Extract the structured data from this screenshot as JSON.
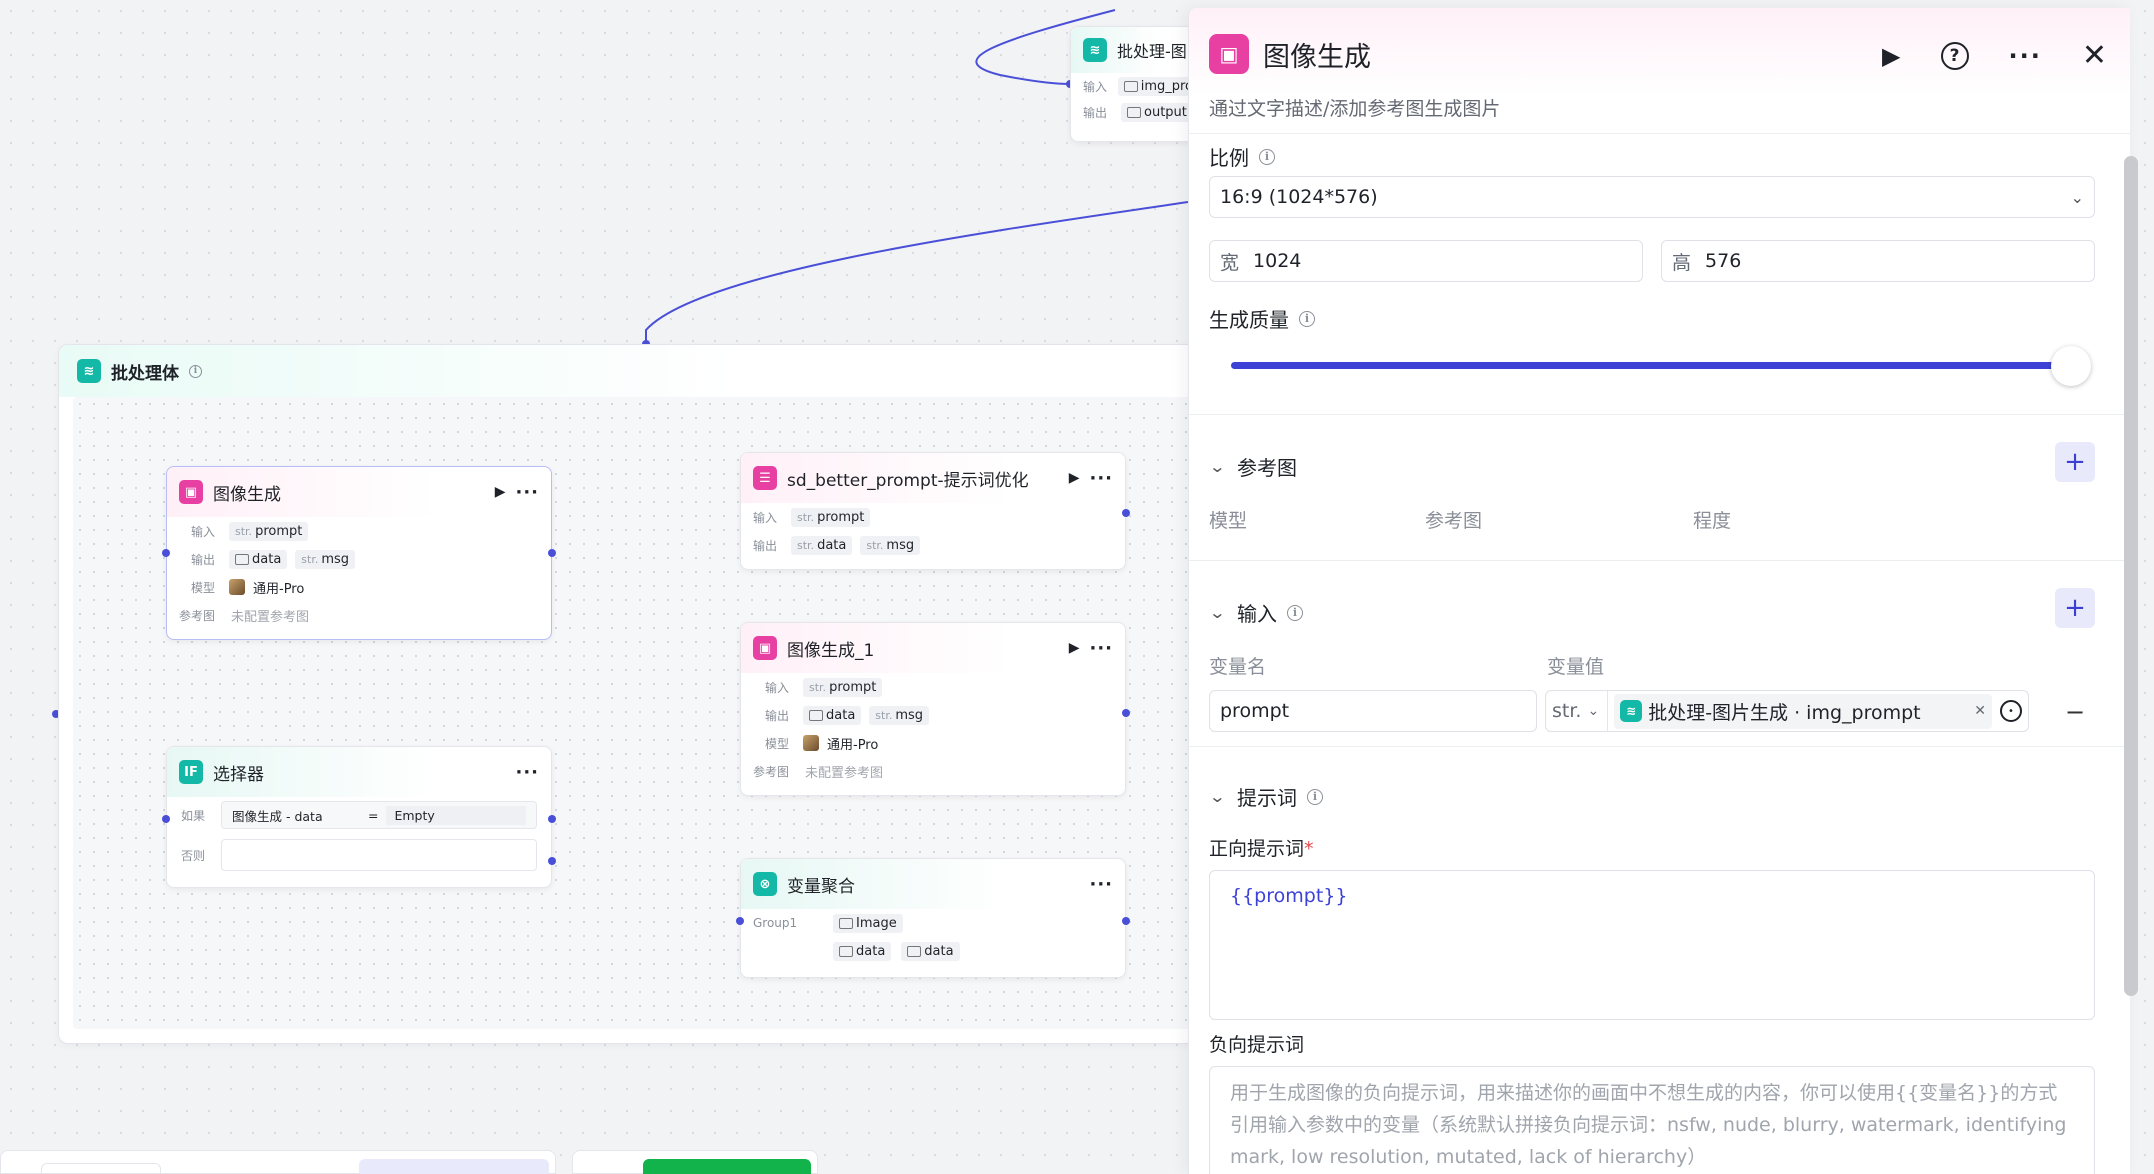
{
  "canvas": {
    "top_node": {
      "title": "批处理-图",
      "in_label": "输入",
      "in_value": "img_pro",
      "out_label": "输出",
      "out_value": "output"
    },
    "group": {
      "title": "批处理体"
    },
    "node_image_gen": {
      "title": "图像生成",
      "in_label": "输入",
      "in_tag_pre": "str.",
      "in_tag": "prompt",
      "out_label": "输出",
      "out_tag1": "data",
      "out_tag2_pre": "str.",
      "out_tag2": "msg",
      "model_label": "模型",
      "model_value": "通用-Pro",
      "ref_label": "参考图",
      "ref_value": "未配置参考图"
    },
    "node_sd": {
      "title": "sd_better_prompt-提示词优化",
      "in_label": "输入",
      "in_tag_pre": "str.",
      "in_tag": "prompt",
      "out_label": "输出",
      "out_tag1_pre": "str.",
      "out_tag1": "data",
      "out_tag2_pre": "str.",
      "out_tag2": "msg"
    },
    "node_image_gen_1": {
      "title": "图像生成_1",
      "in_label": "输入",
      "in_tag_pre": "str.",
      "in_tag": "prompt",
      "out_label": "输出",
      "out_tag1": "data",
      "out_tag2_pre": "str.",
      "out_tag2": "msg",
      "model_label": "模型",
      "model_value": "通用-Pro",
      "ref_label": "参考图",
      "ref_value": "未配置参考图"
    },
    "node_selector": {
      "title": "选择器",
      "if_label": "如果",
      "if_left": "图像生成  -  data",
      "op": "=",
      "if_right": "Empty",
      "else_label": "否则"
    },
    "node_aggregate": {
      "title": "变量聚合",
      "group_label": "Group1",
      "tag1": "Image",
      "tag2": "data",
      "tag3": "data"
    }
  },
  "panel": {
    "title": "图像生成",
    "description": "通过文字描述/添加参考图生成图片",
    "ratio_label": "比例",
    "ratio_value": "16:9 (1024*576)",
    "width_prefix": "宽",
    "width_value": "1024",
    "height_prefix": "高",
    "height_value": "576",
    "quality_label": "生成质量",
    "quality_value": 1.0,
    "ref_section": "参考图",
    "ref_col_model": "模型",
    "ref_col_image": "参考图",
    "ref_col_degree": "程度",
    "input_section": "输入",
    "input_col_name": "变量名",
    "input_col_value": "变量值",
    "input_var_name": "prompt",
    "input_var_type": "str.",
    "input_var_ref": "批处理-图片生成 · img_prompt",
    "prompt_section": "提示词",
    "positive_label": "正向提示词",
    "required_mark": "*",
    "positive_value": "{{prompt}}",
    "negative_label": "负向提示词",
    "negative_placeholder": "用于生成图像的负向提示词，用来描述你的画面中不想生成的内容，你可以使用{{变量名}}的方式引用输入参数中的变量（系统默认拼接负向提示词：nsfw, nude, blurry, watermark, identifying mark, low resolution, mutated, lack of hierarchy）"
  },
  "colors": {
    "accent": "#3d42d6",
    "node_pink": "#e83fa3",
    "node_teal": "#14b8a6",
    "edge": "#4a4fd8",
    "edge_cyan": "#1fb6e6",
    "green": "#12b34a"
  }
}
